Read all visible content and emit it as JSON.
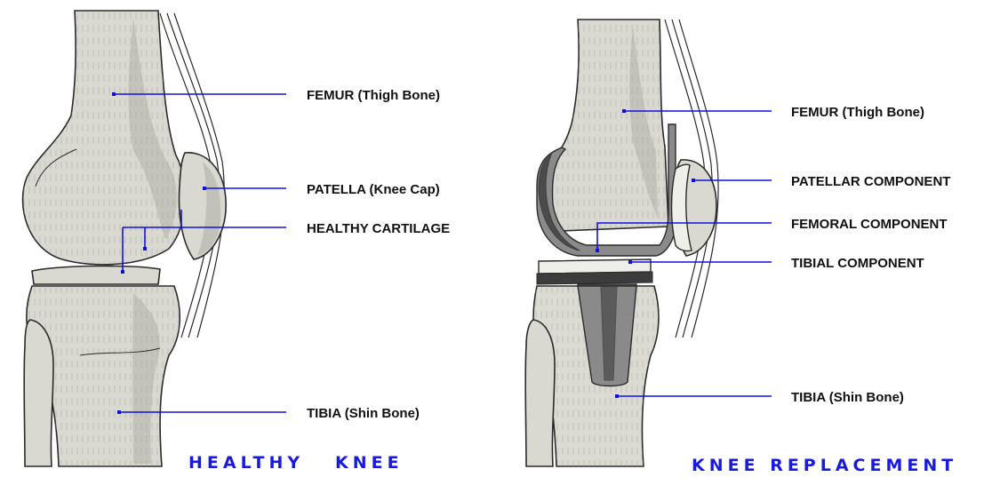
{
  "colors": {
    "leader": "#1010e0",
    "title": "#1a1adf",
    "bone_fill": "#d9d9d2",
    "bone_shade": "#a9a9a2",
    "bone_line": "#2a2a2a",
    "metal": "#8a8a8a",
    "metal_dark": "#3c3c3c",
    "plastic": "#efefe9"
  },
  "healthy": {
    "title": "HEALTHY   KNEE",
    "labels": {
      "femur": "FEMUR  (Thigh Bone)",
      "patella": "PATELLA  (Knee Cap)",
      "cartilage": "HEALTHY CARTILAGE",
      "tibia": "TIBIA (Shin Bone)"
    }
  },
  "replacement": {
    "title": "KNEE REPLACEMENT",
    "labels": {
      "femur": "FEMUR (Thigh Bone)",
      "patellar_component": "PATELLAR COMPONENT",
      "femoral_component": "FEMORAL COMPONENT",
      "tibial_component": "TIBIAL COMPONENT",
      "tibia": "TIBIA (Shin Bone)"
    }
  }
}
